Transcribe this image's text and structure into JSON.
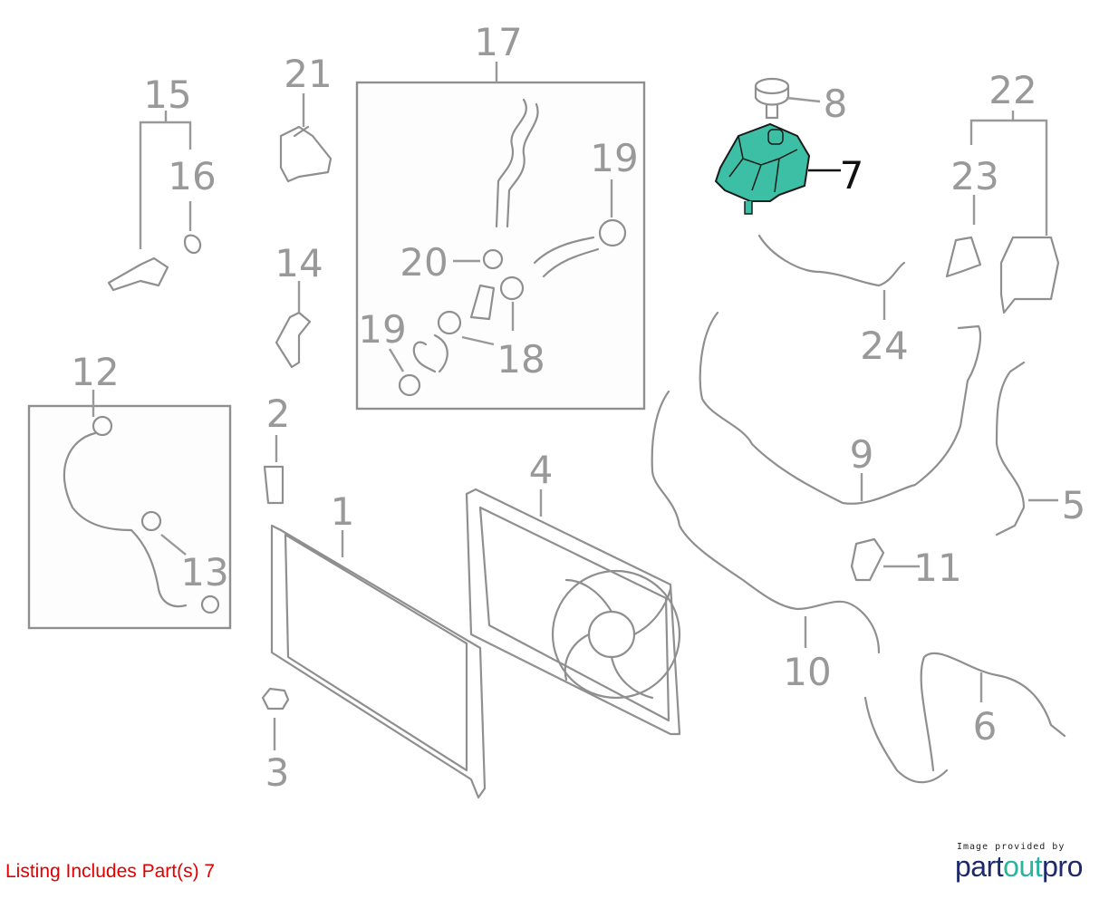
{
  "diagram": {
    "labels": {
      "p1": "1",
      "p2": "2",
      "p3": "3",
      "p4": "4",
      "p5": "5",
      "p6": "6",
      "p7": "7",
      "p8": "8",
      "p9": "9",
      "p10": "10",
      "p11": "11",
      "p12": "12",
      "p13": "13",
      "p14": "14",
      "p15": "15",
      "p16": "16",
      "p17": "17",
      "p18": "18",
      "p19a": "19",
      "p19b": "19",
      "p20": "20",
      "p21": "21",
      "p22": "22",
      "p23": "23",
      "p24": "24"
    },
    "highlighted_part": "7",
    "highlight_color": "#3cbfa4"
  },
  "footer": {
    "listing": "Listing Includes Part(s) 7",
    "credit": "Image provided by",
    "logo_part1": "part",
    "logo_part2": "out",
    "logo_part3": "pro"
  }
}
